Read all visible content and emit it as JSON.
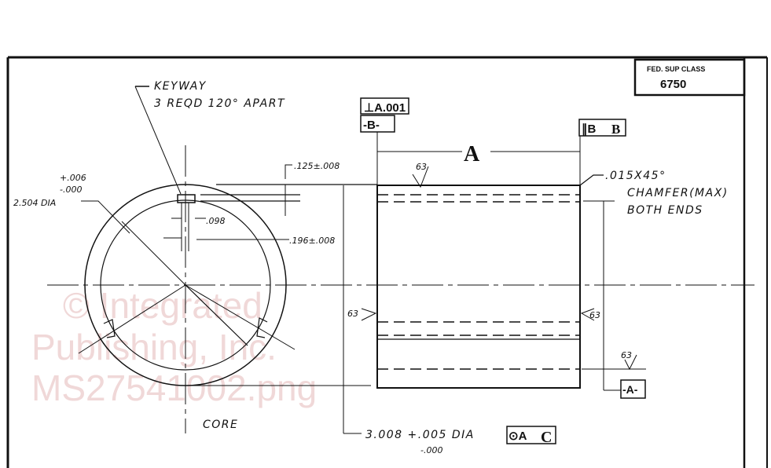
{
  "title_block": {
    "label": "FED. SUP CLASS",
    "value": "6750"
  },
  "end_view": {
    "keyway_note_line1": "KEYWAY",
    "keyway_note_line2": "3 REQD 120° APART",
    "dia_tol_plus": "+.006",
    "dia_tol_minus": "-.000",
    "dia_label": "2.504 DIA",
    "keyway_width": ".098",
    "keyway_depth": ".125±.008",
    "keyway_offset": ".196±.008",
    "caption": "CORE"
  },
  "side_view": {
    "perpendicularity_frame": "⊥A.001",
    "datum_b": "-B-",
    "parallelism_frame": "∥B",
    "parallelism_datum": "B",
    "length_dim": "A",
    "chamfer_line1": ".015X45°",
    "chamfer_line2": "CHAMFER(MAX)",
    "chamfer_line3": "BOTH ENDS",
    "finish_top": "63",
    "finish_left": "63",
    "finish_right": "63",
    "finish_bore": "63",
    "datum_a": "-A-",
    "od_dim": "3.008 +.005 DIA",
    "od_tol_minus": "-.000",
    "concentricity_frame": "⊙A",
    "concentricity_datum": "C"
  },
  "watermark": {
    "line1": "© Integrated",
    "line2": "Publishing, Inc.",
    "line3": "MS27541002.png"
  }
}
